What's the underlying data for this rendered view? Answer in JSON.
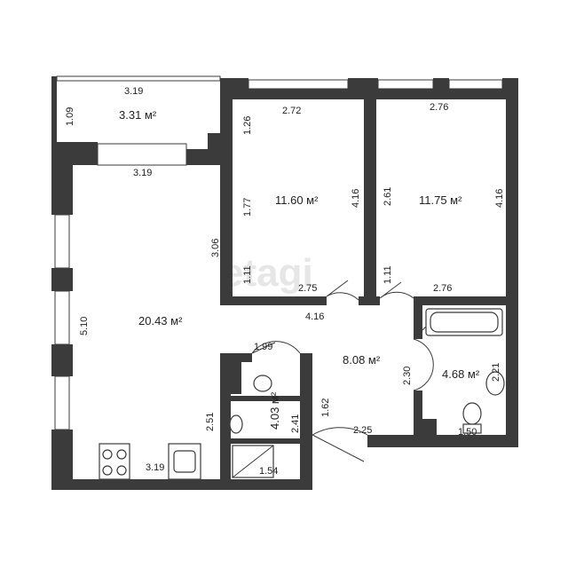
{
  "watermark": "etagi",
  "rooms": [
    {
      "id": "balcony",
      "area": "3.31 м²"
    },
    {
      "id": "bedroom-1",
      "area": "11.60 м²"
    },
    {
      "id": "bedroom-2",
      "area": "11.75 м²"
    },
    {
      "id": "living",
      "area": "20.43 м²"
    },
    {
      "id": "hall",
      "area": "8.08 м²"
    },
    {
      "id": "bathroom",
      "area": "4.68 м²"
    },
    {
      "id": "wc",
      "area": "4.03 м²"
    }
  ],
  "dimensions": {
    "balcony_top": "3.19",
    "balcony_side": "1.09",
    "balcony_bottom": "3.19",
    "bed1_top": "2.72",
    "bed1_left_upper": "1.26",
    "bed1_left_mid": "1.77",
    "bed1_left_lower": "1.11",
    "bed1_right": "4.16",
    "bed1_bottom": "2.75",
    "bed2_top": "2.76",
    "bed2_left": "2.61",
    "bed2_left_lower": "1.11",
    "bed2_right": "4.16",
    "bed2_bottom": "2.76",
    "living_mid": "3.06",
    "living_left": "5.10",
    "living_bottom": "3.19",
    "hall_top": "4.16",
    "hall_left": "1.62",
    "hall_door": "2.30",
    "hall_bottom": "2.25",
    "wc_top": "1.99",
    "wc_left": "2.51",
    "wc_right": "2.41",
    "wc_shower": "1.54",
    "bath_right": "2.21",
    "bath_bottom": "1.50"
  }
}
